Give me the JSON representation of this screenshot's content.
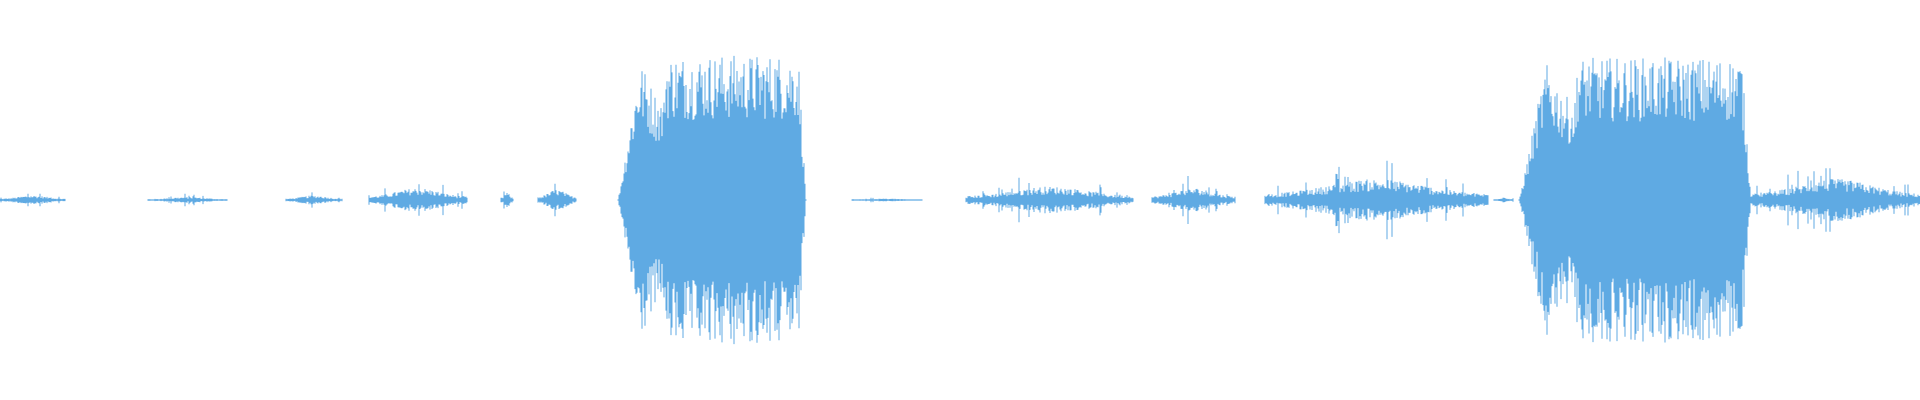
{
  "waveform": {
    "color": "#5faae3",
    "background": "#ffffff",
    "duration_fraction_segments": [
      {
        "start": 0.0,
        "end": 0.034,
        "peak": 0.03
      },
      {
        "start": 0.077,
        "end": 0.118,
        "peak": 0.02
      },
      {
        "start": 0.149,
        "end": 0.178,
        "peak": 0.03
      },
      {
        "start": 0.192,
        "end": 0.243,
        "peak": 0.08
      },
      {
        "start": 0.261,
        "end": 0.267,
        "peak": 0.05
      },
      {
        "start": 0.28,
        "end": 0.3,
        "peak": 0.07
      },
      {
        "start": 0.322,
        "end": 0.42,
        "peak": 0.97
      },
      {
        "start": 0.444,
        "end": 0.48,
        "peak": 0.01
      },
      {
        "start": 0.503,
        "end": 0.59,
        "peak": 0.09
      },
      {
        "start": 0.6,
        "end": 0.643,
        "peak": 0.08
      },
      {
        "start": 0.659,
        "end": 0.775,
        "peak": 0.14
      },
      {
        "start": 0.778,
        "end": 0.788,
        "peak": 0.02
      },
      {
        "start": 0.791,
        "end": 0.912,
        "peak": 0.95
      },
      {
        "start": 0.912,
        "end": 1.0,
        "peak": 0.14
      }
    ]
  }
}
